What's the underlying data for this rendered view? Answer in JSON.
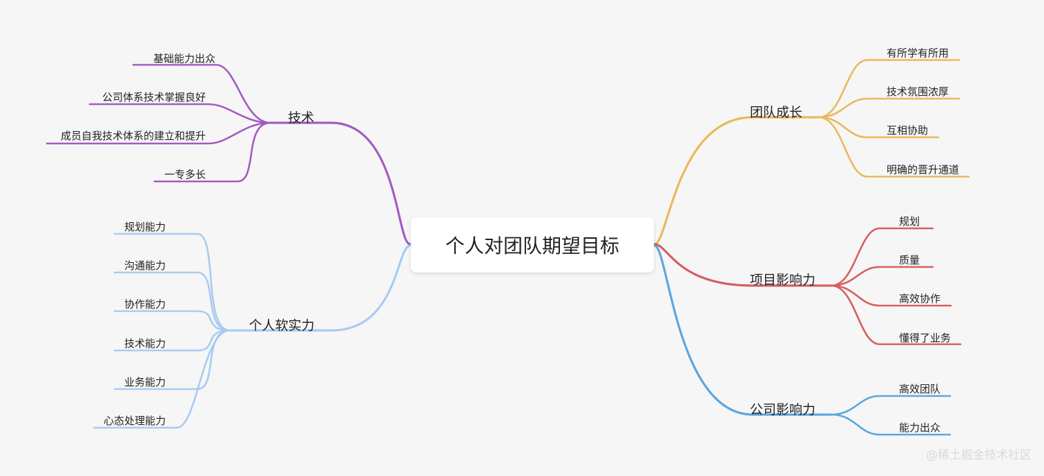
{
  "root": {
    "label": "个人对团队期望目标"
  },
  "branches": [
    {
      "id": "tech",
      "label": "技术",
      "color": "#a35bc2",
      "leaves": [
        "基础能力出众",
        "公司体系技术掌握良好",
        "成员自我技术体系的建立和提升",
        "一专多长"
      ]
    },
    {
      "id": "soft",
      "label": "个人软实力",
      "color": "#a8cbf2",
      "leaves": [
        "规划能力",
        "沟通能力",
        "协作能力",
        "技术能力",
        "业务能力",
        "心态处理能力"
      ]
    },
    {
      "id": "team",
      "label": "团队成长",
      "color": "#e9b95a",
      "leaves": [
        "有所学有所用",
        "技术氛围浓厚",
        "互相协助",
        "明确的晋升通道"
      ]
    },
    {
      "id": "project",
      "label": "项目影响力",
      "color": "#d65f5f",
      "leaves": [
        "规划",
        "质量",
        "高效协作",
        "懂得了业务"
      ]
    },
    {
      "id": "company",
      "label": "公司影响力",
      "color": "#5ca6df",
      "leaves": [
        "高效团队",
        "能力出众"
      ]
    }
  ],
  "watermark": "@稀土掘金技术社区"
}
